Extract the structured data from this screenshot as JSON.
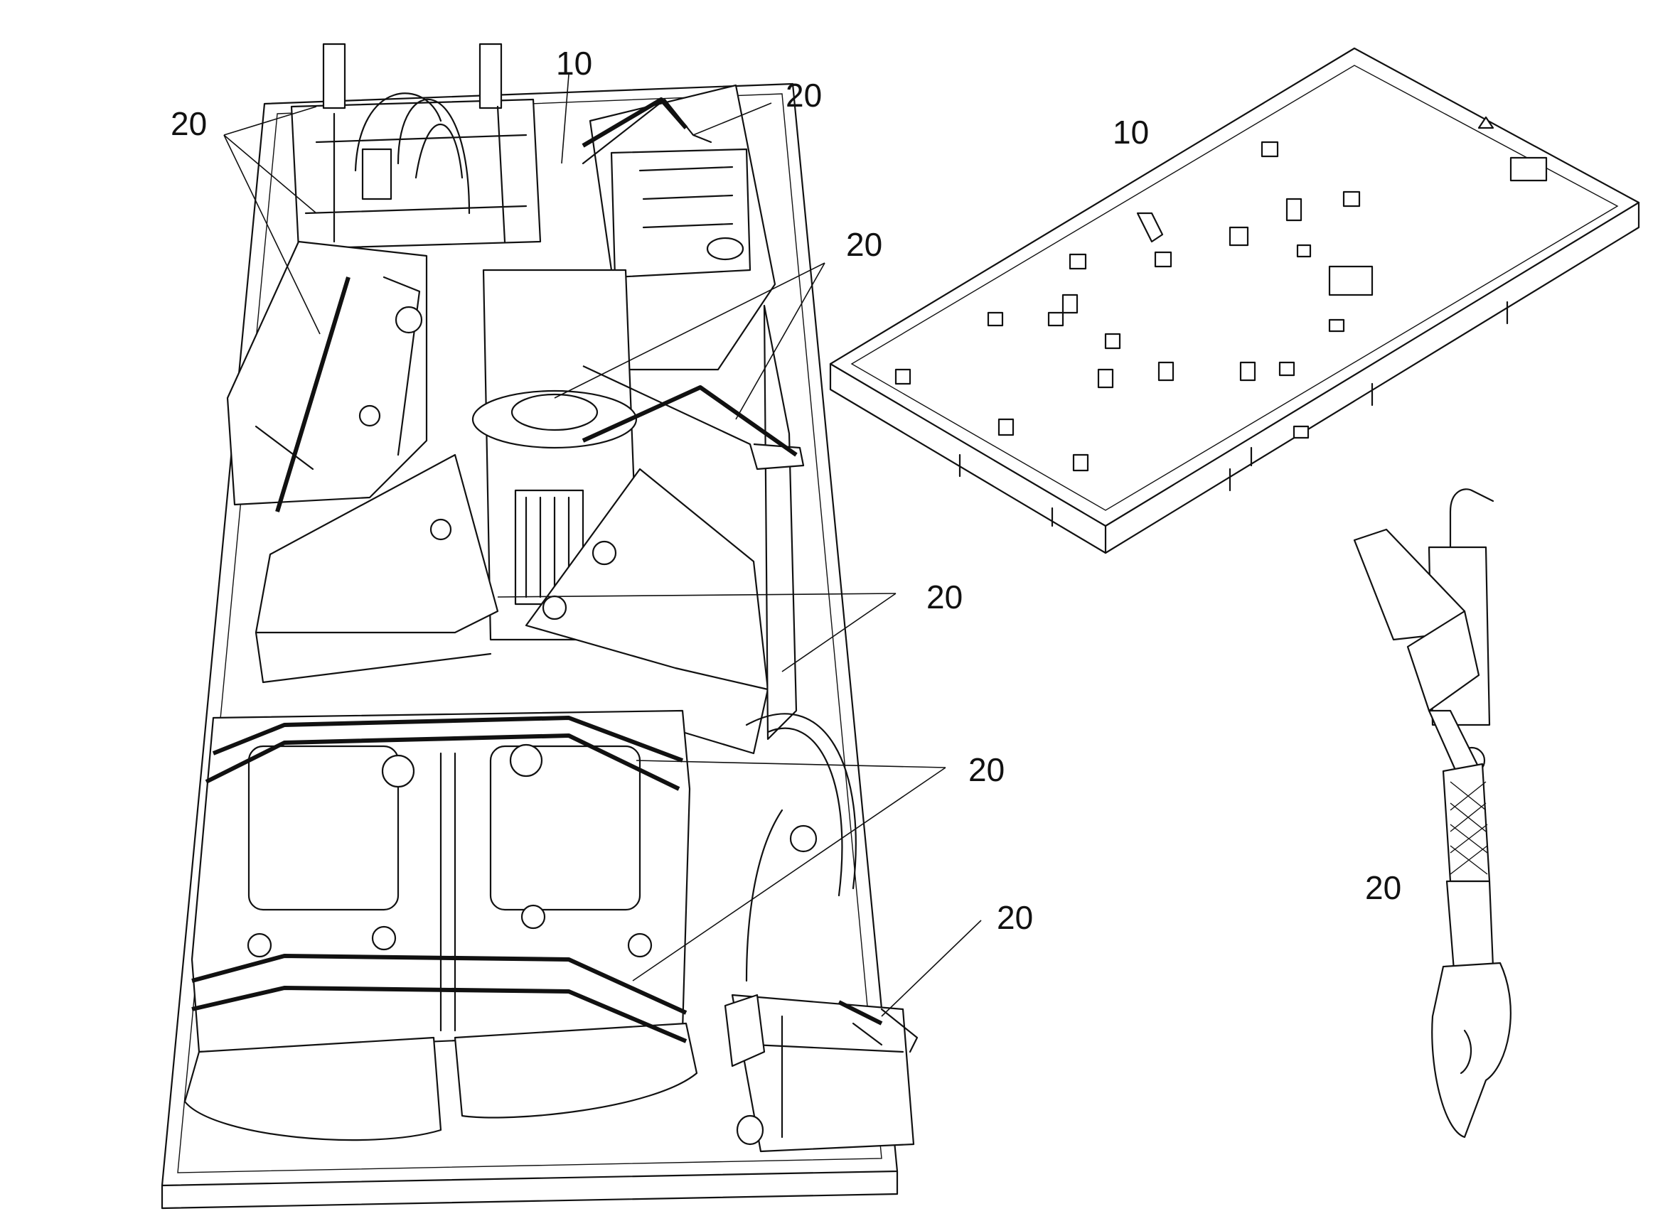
{
  "figure": {
    "callouts": [
      {
        "id": "c10a",
        "label": "10"
      },
      {
        "id": "c20a",
        "label": "20"
      },
      {
        "id": "c20b",
        "label": "20"
      },
      {
        "id": "c20c",
        "label": "20"
      },
      {
        "id": "c20d",
        "label": "20"
      },
      {
        "id": "c20e",
        "label": "20"
      },
      {
        "id": "c20f",
        "label": "20"
      },
      {
        "id": "c10b",
        "label": "10"
      },
      {
        "id": "c20g",
        "label": "20"
      }
    ]
  },
  "colors": {
    "line": "#111111",
    "background": "#ffffff"
  }
}
